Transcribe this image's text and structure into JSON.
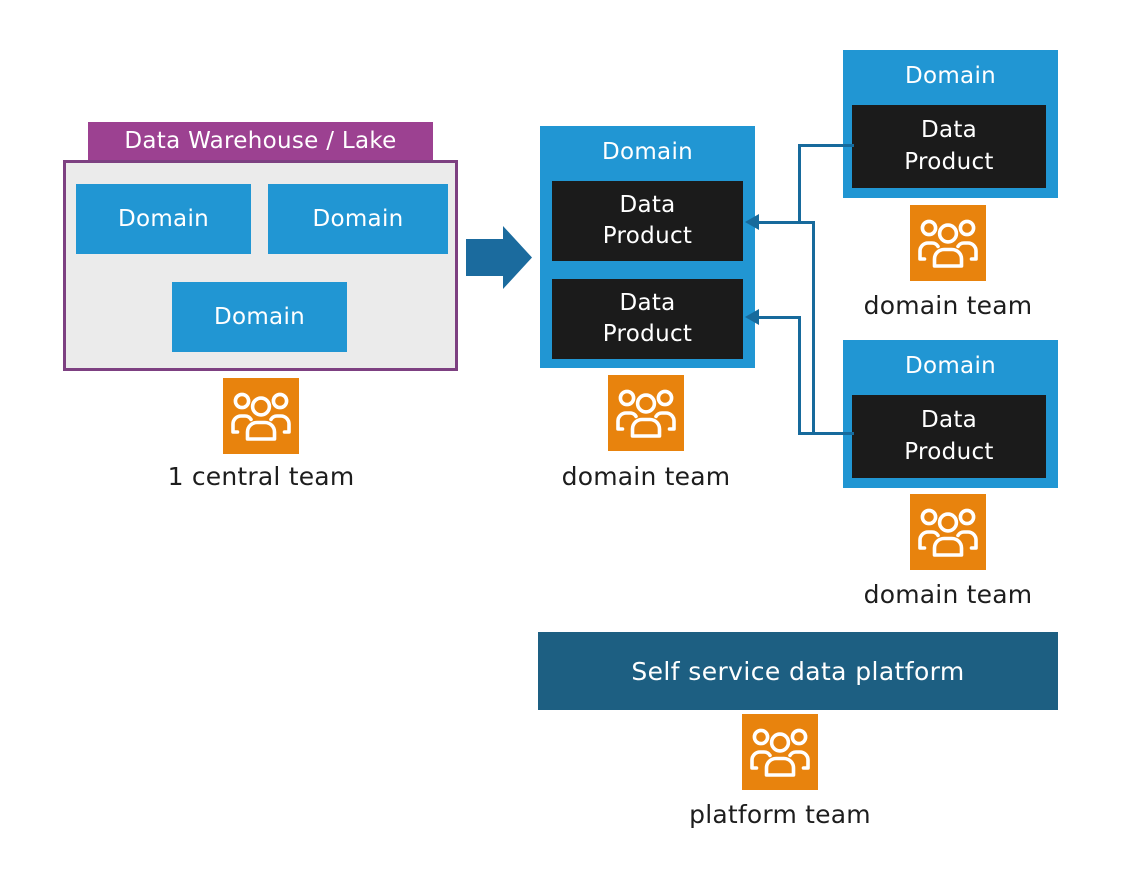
{
  "colors": {
    "purple": "#9c4191",
    "purple_border": "#7d4081",
    "gray": "#ebebeb",
    "blue": "#2196d3",
    "black": "#1b1b1b",
    "teal": "#176a9c",
    "bar": "#1d5f82",
    "orange": "#e8830d",
    "text": "#1d1d1d"
  },
  "icons": {
    "team": "group-of-three-people-icon",
    "transition": "right-block-arrow-icon"
  },
  "left": {
    "header": "Data Warehouse / Lake",
    "domains": [
      "Domain",
      "Domain",
      "Domain"
    ],
    "team_label": "1 central team"
  },
  "middle": {
    "domain_label": "Domain",
    "products": [
      "Data\nProduct",
      "Data\nProduct"
    ],
    "team_label": "domain team"
  },
  "right_top": {
    "domain_label": "Domain",
    "product": "Data\nProduct",
    "team_label": "domain team"
  },
  "right_bottom": {
    "domain_label": "Domain",
    "product": "Data\nProduct",
    "team_label": "domain team"
  },
  "platform": {
    "label": "Self service data platform",
    "team_label": "platform team"
  }
}
